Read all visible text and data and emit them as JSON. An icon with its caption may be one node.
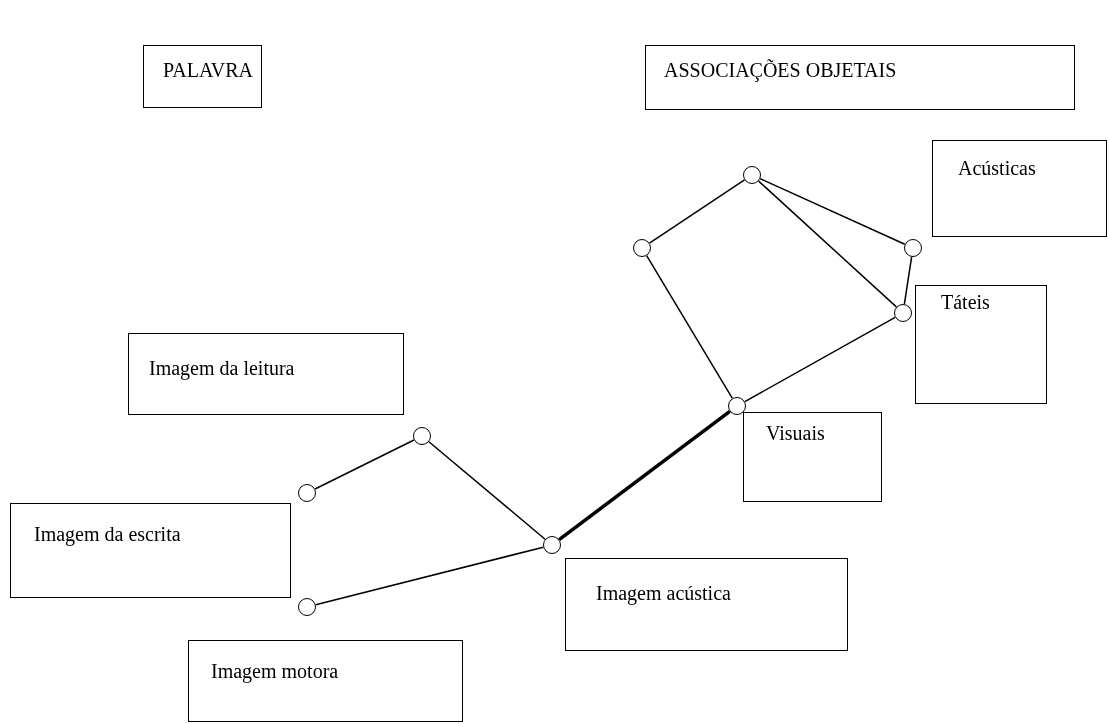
{
  "diagram": {
    "nodes": [
      {
        "text": [
          "PALAVRA"
        ]
      },
      {
        "text": [
          "ASSOCIAÇÕES OBJETAIS"
        ]
      },
      {
        "text": [],
        "shape": "circle"
      },
      {
        "text": [
          "Acústicas"
        ]
      },
      {
        "text": [],
        "shape": "circle"
      },
      {
        "text": [],
        "shape": "circle"
      },
      {
        "text": [],
        "shape": "circle"
      },
      {
        "text": [
          "Táteis"
        ]
      },
      {
        "text": [
          "Imagem da leitura"
        ]
      },
      {
        "text": [],
        "shape": "circle"
      },
      {
        "text": [],
        "shape": "circle"
      },
      {
        "text": [
          "Visuais"
        ]
      },
      {
        "text": [],
        "shape": "circle"
      },
      {
        "text": [
          "Imagem da escrita"
        ]
      },
      {
        "text": [],
        "shape": "circle"
      },
      {
        "text": [
          "Imagem acústica"
        ]
      },
      {
        "text": [],
        "shape": "circle"
      },
      {
        "text": [
          "Imagem motora"
        ]
      }
    ],
    "edges": [
      {
        "from": 12,
        "to": 10,
        "arrow": "none"
      },
      {
        "from": 10,
        "to": 14,
        "arrow": "none"
      },
      {
        "from": 16,
        "to": 14,
        "arrow": "none"
      },
      {
        "from": 14,
        "to": 9,
        "arrow": "none",
        "style": "thick"
      },
      {
        "from": 9,
        "to": 4,
        "arrow": "none"
      },
      {
        "from": 4,
        "to": 2,
        "arrow": "none"
      },
      {
        "from": 2,
        "to": 5,
        "arrow": "none"
      },
      {
        "from": 2,
        "to": 6,
        "arrow": "none"
      },
      {
        "from": 5,
        "to": 6,
        "arrow": "none"
      },
      {
        "from": 9,
        "to": 6,
        "arrow": "none"
      }
    ]
  }
}
